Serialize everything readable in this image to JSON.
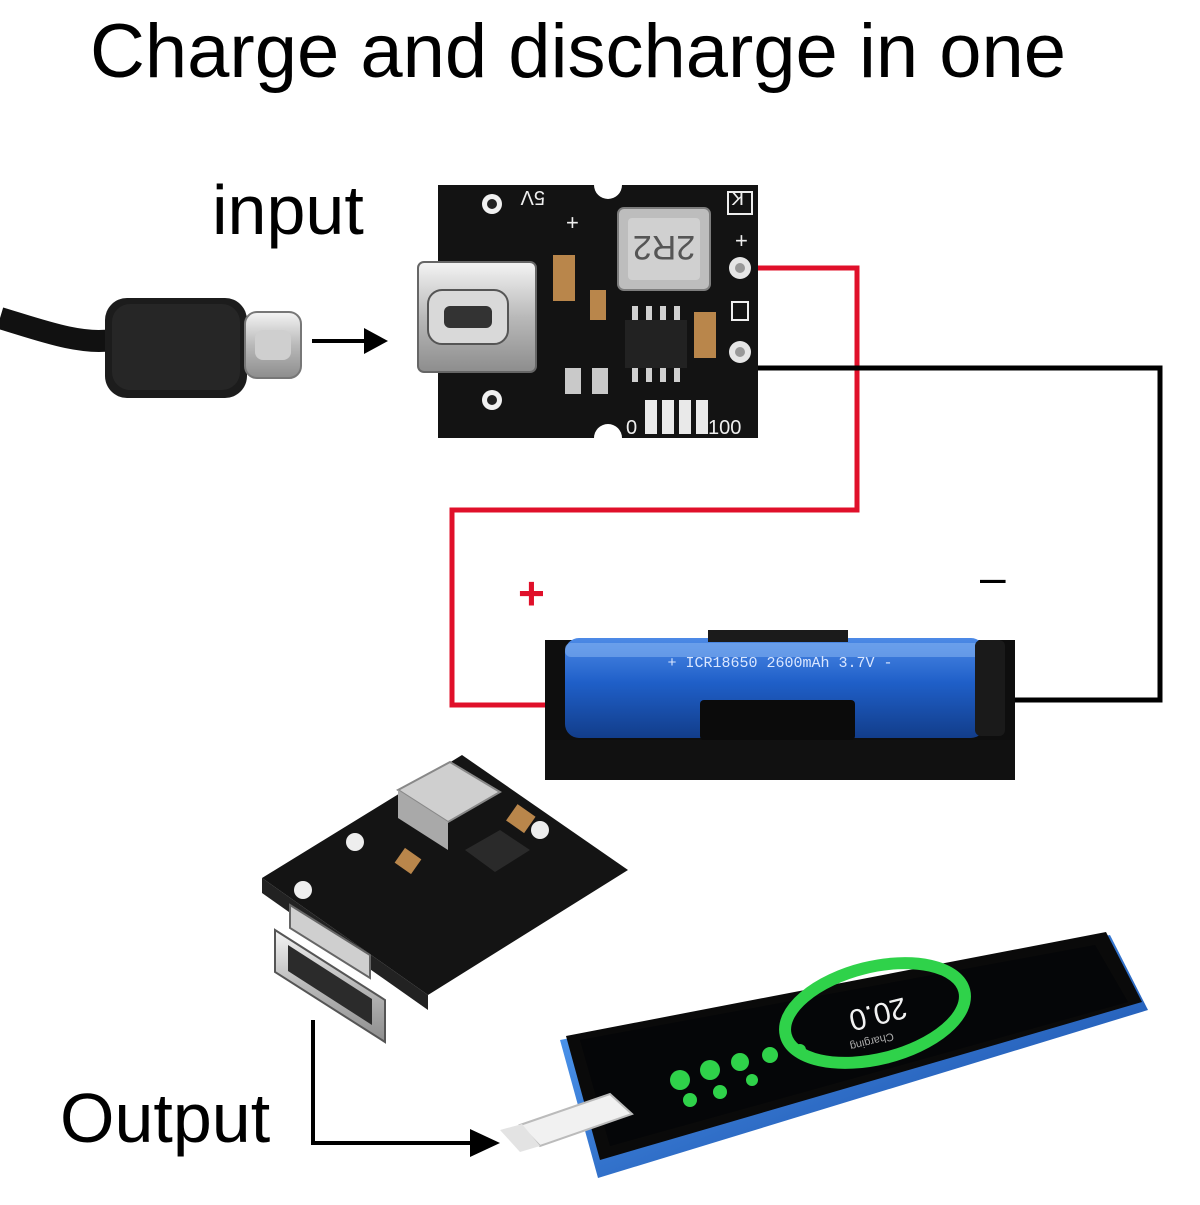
{
  "title": "Charge and discharge in one",
  "labels": {
    "input": "input",
    "output": "Output",
    "plus": "+",
    "minus": "–"
  },
  "board": {
    "top_mark_5v": "5V",
    "top_mark_plus": "+",
    "top_mark_k": "K",
    "inductor": "2R2",
    "pad_plus": "+",
    "mark_0": "0",
    "mark_100": "100"
  },
  "battery": {
    "print": "+ ICR18650 2600mAh 3.7V -"
  },
  "phone": {
    "charge_text": "20.0",
    "charge_sub": "Charging"
  },
  "colors": {
    "positive_wire": "#e0102a",
    "negative_wire": "#000000",
    "pcb": "#121212",
    "battery": "#1f5fc8",
    "phone_ring": "#2fd24a",
    "phone_frame": "#1a6fd0"
  },
  "icons": [
    "arrow-right-icon",
    "usb-c-cable-icon",
    "battery-18650-icon",
    "smartphone-icon",
    "pcb-module-icon"
  ]
}
